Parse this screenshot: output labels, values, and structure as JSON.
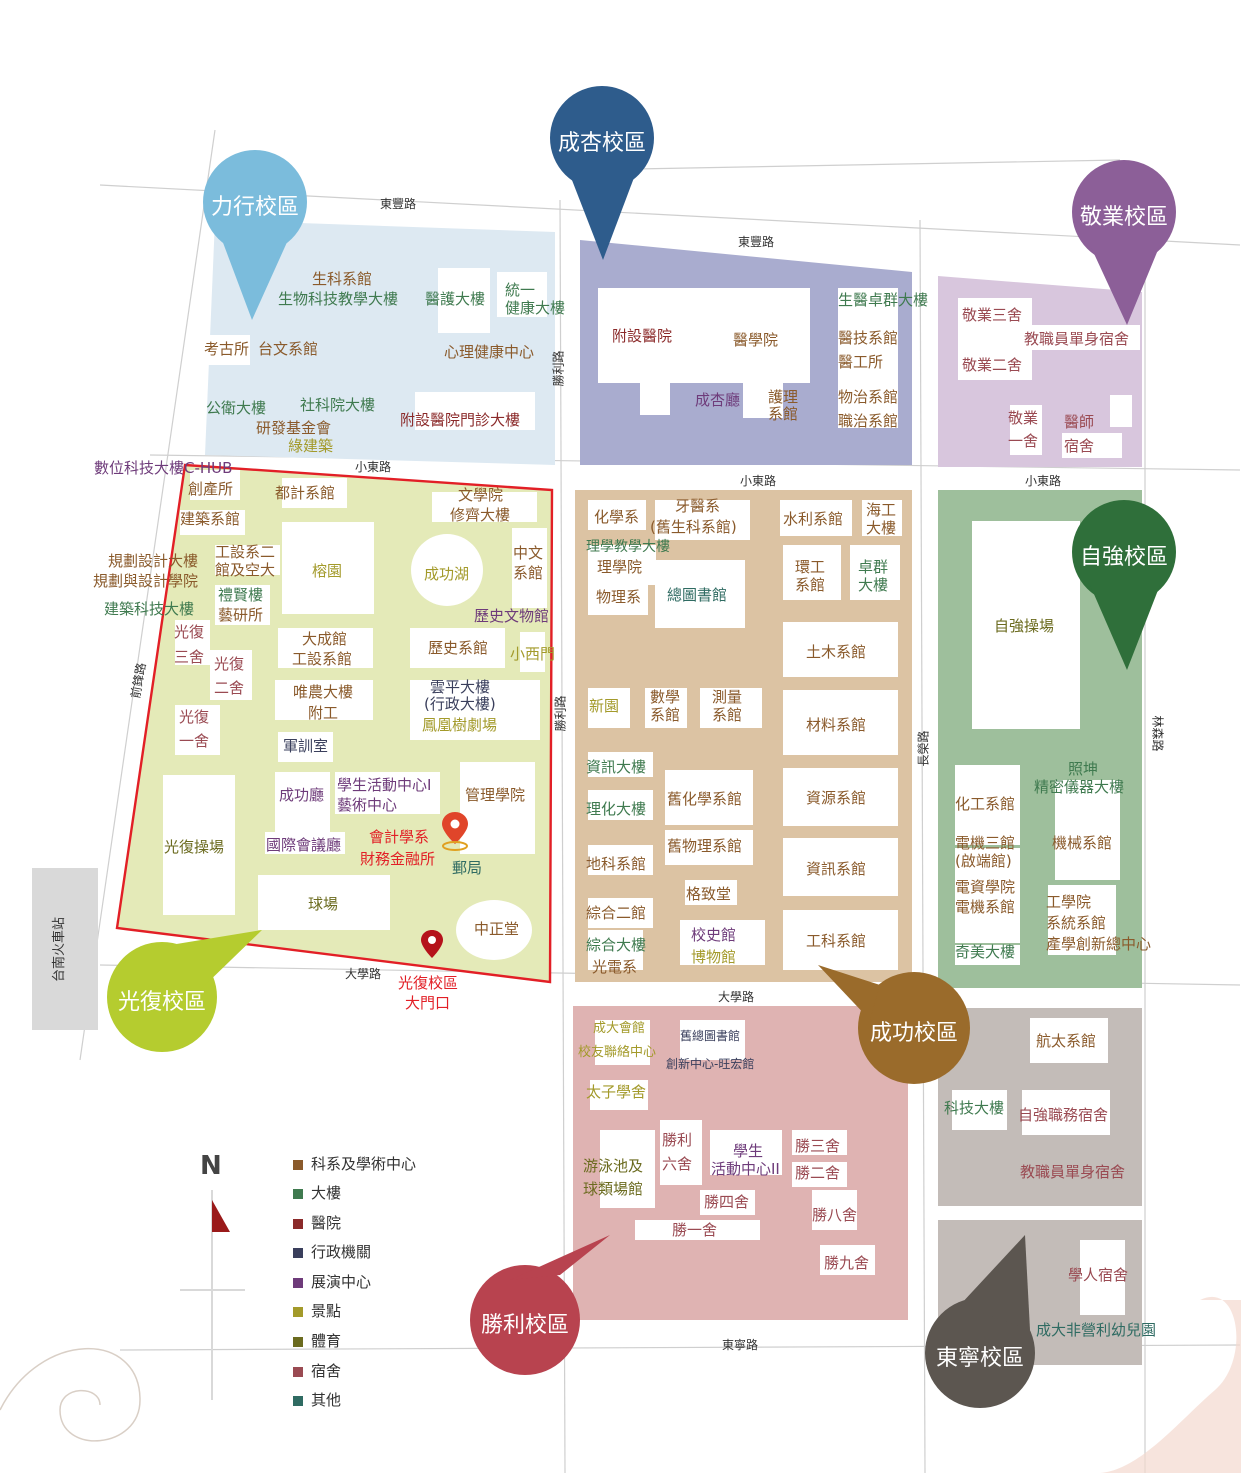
{
  "campuses": {
    "lixing": "力行校區",
    "chengxing": "成杏校區",
    "jingye": "敬業校區",
    "ziqiang": "自強校區",
    "guangfu": "光復校區",
    "chenggong": "成功校區",
    "shengli": "勝利校區",
    "dongning": "東寧校區"
  },
  "roads": {
    "dongfeng_left": "東豐路",
    "dongfeng_right": "東豐路",
    "xiaodong_left": "小東路",
    "xiaodong_mid": "小東路",
    "xiaodong_right": "小東路",
    "shengli_top": "勝利路",
    "shengli_mid": "勝利路",
    "changrong": "長榮路",
    "linsen": "林森路",
    "qianfeng": "前鋒路",
    "daxue_left": "大學路",
    "daxue_mid": "大學路",
    "dongning": "東寧路",
    "station": "台南火車站"
  },
  "buildings": {
    "lixing": [
      "生科系館",
      "生物科技教學大樓",
      "醫護大樓",
      "統一",
      "健康大樓",
      "考古所",
      "台文系館",
      "心理健康中心",
      "公衛大樓",
      "社科院大樓",
      "研發基金會",
      "綠建築",
      "附設醫院門診大樓"
    ],
    "chengxing": [
      "生醫卓群大樓",
      "附設醫院",
      "醫學院",
      "醫技系館",
      "醫工所",
      "成杏廳",
      "護理",
      "系館",
      "物治系館",
      "職治系館"
    ],
    "jingye": [
      "敬業三舍",
      "教職員單身宿舍",
      "敬業二舍",
      "敬業",
      "一舍",
      "醫師",
      "宿舍"
    ],
    "guangfu": [
      "數位科技大樓C-HUB",
      "創產所",
      "都計系館",
      "文學院",
      "修齊大樓",
      "建築系館",
      "工設系二",
      "館及空大",
      "規劃設計大樓",
      "規劃與設計學院",
      "榕園",
      "成功湖",
      "中文",
      "系館",
      "禮賢樓",
      "藝研所",
      "建築科技大樓",
      "歷史文物館",
      "光復",
      "三舍",
      "大成館",
      "工設系館",
      "歷史系館",
      "小西門",
      "光復",
      "二舍",
      "唯農大樓",
      "附工",
      "雲平大樓",
      "(行政大樓)",
      "鳳凰樹劇場",
      "光復",
      "一舍",
      "軍訓室",
      "成功廳",
      "學生活動中心I",
      "藝術中心",
      "管理學院",
      "光復操場",
      "國際會議廳",
      "會計學系",
      "財務金融所",
      "郵局",
      "球場",
      "中正堂",
      "光復校區",
      "大門口"
    ],
    "chenggong": [
      "化學系",
      "牙醫系",
      "(舊生科系館)",
      "水利系館",
      "海工",
      "大樓",
      "理學教學大樓",
      "理學院",
      "環工",
      "系館",
      "卓群",
      "大樓",
      "物理系",
      "總圖書館",
      "土木系館",
      "新園",
      "數學",
      "系館",
      "測量",
      "系館",
      "材料系館",
      "資訊大樓",
      "理化大樓",
      "舊化學系館",
      "資源系館",
      "地科系館",
      "舊物理系館",
      "資訊系館",
      "格致堂",
      "綜合二館",
      "綜合大樓",
      "光電系",
      "校史館",
      "博物館",
      "工科系館"
    ],
    "ziqiang": [
      "自強操場",
      "照坤",
      "精密儀器大樓",
      "化工系館",
      "機械系館",
      "電機三館",
      "(啟端館)",
      "電資學院",
      "電機系館",
      "工學院",
      "系統系館",
      "奇美大樓",
      "產學創新總中心"
    ],
    "shengli": [
      "成大會館",
      "校友聯絡中心",
      "舊總圖書館",
      "創新中心-旺宏館",
      "太子學舍",
      "勝利",
      "六舍",
      "學生",
      "活動中心II",
      "勝三舍",
      "游泳池及",
      "球類場館",
      "勝二舍",
      "勝四舍",
      "勝八舍",
      "勝一舍",
      "勝九舍"
    ],
    "east": [
      "航太系館",
      "科技大樓",
      "自強職務宿舍",
      "教職員單身宿舍"
    ],
    "dongning": [
      "學人宿舍",
      "成大非營利幼兒園"
    ]
  },
  "legend": [
    {
      "label": "科系及學術中心",
      "color": "#8a5a2b"
    },
    {
      "label": "大樓",
      "color": "#3f7a4f"
    },
    {
      "label": "醫院",
      "color": "#8b2a2a"
    },
    {
      "label": "行政機關",
      "color": "#3a3f5c"
    },
    {
      "label": "展演中心",
      "color": "#6e3b7a"
    },
    {
      "label": "景點",
      "color": "#a39a2a"
    },
    {
      "label": "體育",
      "color": "#6b6b1f"
    },
    {
      "label": "宿舍",
      "color": "#9a4a52"
    },
    {
      "label": "其他",
      "color": "#2f6b62"
    }
  ],
  "compass": "N",
  "colors": {
    "lixing": "#dde9f2",
    "chengxing": "#a9accf",
    "jingye": "#d8c6dd",
    "ziqiang": "#9ebf9c",
    "guangfu": "#e4eab8",
    "chenggong": "#dcc3a3",
    "shengli": "#dfb3b2",
    "east": "#c3bcb8",
    "highlight": "#e21f26"
  }
}
